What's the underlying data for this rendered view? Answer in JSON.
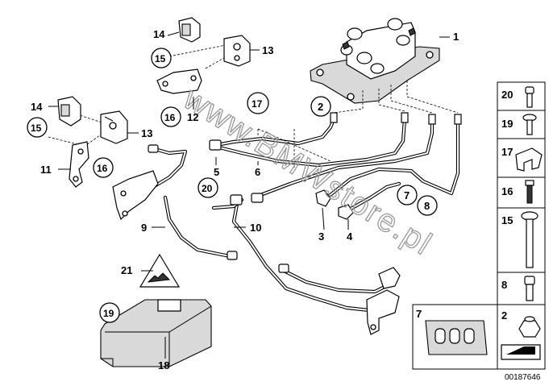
{
  "diagram": {
    "watermark": "www.BMWstore.pl",
    "reference": "00187646",
    "callouts": [
      {
        "id": "c1",
        "text": "1",
        "circled": false
      },
      {
        "id": "c2",
        "text": "2",
        "circled": true
      },
      {
        "id": "c3",
        "text": "3",
        "circled": false
      },
      {
        "id": "c4",
        "text": "4",
        "circled": false
      },
      {
        "id": "c5",
        "text": "5",
        "circled": false
      },
      {
        "id": "c6",
        "text": "6",
        "circled": false
      },
      {
        "id": "c7",
        "text": "7",
        "circled": true
      },
      {
        "id": "c8",
        "text": "8",
        "circled": true
      },
      {
        "id": "c9",
        "text": "9",
        "circled": false
      },
      {
        "id": "c10",
        "text": "10",
        "circled": false
      },
      {
        "id": "c11",
        "text": "11",
        "circled": false
      },
      {
        "id": "c12",
        "text": "12",
        "circled": false
      },
      {
        "id": "c13a",
        "text": "13",
        "circled": false
      },
      {
        "id": "c13b",
        "text": "13",
        "circled": false
      },
      {
        "id": "c14a",
        "text": "14",
        "circled": false
      },
      {
        "id": "c14b",
        "text": "14",
        "circled": false
      },
      {
        "id": "c15a",
        "text": "15",
        "circled": true
      },
      {
        "id": "c15b",
        "text": "15",
        "circled": true
      },
      {
        "id": "c16a",
        "text": "16",
        "circled": true
      },
      {
        "id": "c16b",
        "text": "16",
        "circled": true
      },
      {
        "id": "c17",
        "text": "17",
        "circled": true
      },
      {
        "id": "c18",
        "text": "18",
        "circled": false
      },
      {
        "id": "c19",
        "text": "19",
        "circled": true
      },
      {
        "id": "c20",
        "text": "20",
        "circled": true
      },
      {
        "id": "c21",
        "text": "21",
        "circled": false
      }
    ],
    "legend": [
      {
        "id": "l20",
        "text": "20",
        "icon": "screw-icon"
      },
      {
        "id": "l19",
        "text": "19",
        "icon": "grommet-screw-icon"
      },
      {
        "id": "l17",
        "text": "17",
        "icon": "clip-icon"
      },
      {
        "id": "l16",
        "text": "16",
        "icon": "rivet-icon"
      },
      {
        "id": "l15",
        "text": "15",
        "icon": "long-bolt-icon"
      },
      {
        "id": "l8",
        "text": "8",
        "icon": "bolt-icon"
      },
      {
        "id": "l2",
        "text": "2",
        "icon": "nut-icon"
      },
      {
        "id": "l7",
        "text": "7",
        "icon": "connector-block-icon"
      }
    ]
  }
}
